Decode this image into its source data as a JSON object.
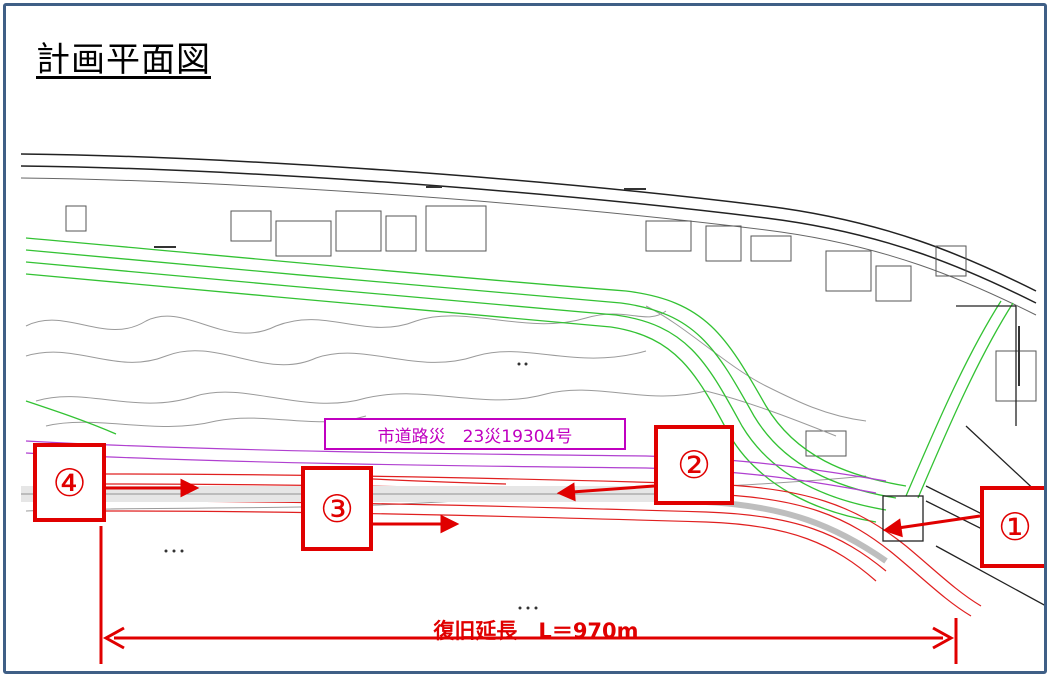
{
  "title": "計画平面図",
  "road_label": "市道路災　23災19304号",
  "length_label": "復旧延長　L＝970m",
  "callouts": {
    "c1": "①",
    "c2": "②",
    "c3": "③",
    "c4": "④"
  },
  "colors": {
    "border": "#3f5f86",
    "callout": "#e00000",
    "road_label": "#c000c0",
    "green_lines": "#33c233",
    "red_lines": "#e02020",
    "purple_lines": "#b040d0"
  }
}
